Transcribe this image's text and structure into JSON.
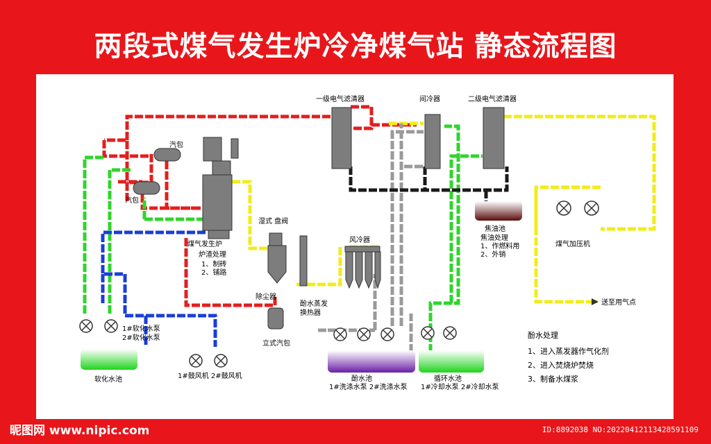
{
  "title": "两段式煤气发生炉冷净煤气站  静态流程图",
  "labels": {
    "filter1": "一级电气滤清器",
    "intercooler": "间冷器",
    "filter2": "二级电气滤清器",
    "drum_top": "汽包",
    "drum_bottom": "汽包",
    "gasifier": "煤气发生炉",
    "slag_title": "炉渣处理",
    "slag_1": "1、制砖",
    "slag_2": "2、铺路",
    "wet_valve": "湿式  盘阀",
    "air_cooler": "风冷器",
    "dust": "除尘器",
    "phenol_evap_1": "酚水蒸发",
    "phenol_evap_2": "换热器",
    "vertical_drum": "立式汽包",
    "tar_pool": "焦油池",
    "tar_title": "焦油处理",
    "tar_1": "1、作燃料用",
    "tar_2": "2、外销",
    "booster": "煤气加压机",
    "send": "送至用气点",
    "phenol_title": "酚水处理",
    "phenol_1": "1、进入蒸发器作气化剂",
    "phenol_2": "2、进入焚烧炉焚烧",
    "phenol_3": "3、制备水煤浆",
    "soft_pump_1": "1#软化水泵",
    "soft_pump_2": "2#软化水泵",
    "soft_pool": "软化水池",
    "blower": "1#鼓风机  2#鼓风机",
    "phenol_pool": "酚水池",
    "wash_pumps": "1#洗涤水泵  2#洗涤水泵",
    "cycle_pool": "循环水池",
    "cool_pumps": "1#冷却水泵  2#冷却水泵"
  },
  "watermark": "昵图网 www.nipic.com",
  "image_id": "ID:8892038 NO:20220412113428591109",
  "colors": {
    "background": "#e8161b",
    "panel": "#ffffff",
    "pipe_red": "#e41e1e",
    "pipe_yellow": "#f2ec19",
    "pipe_green": "#2fd52b",
    "pipe_blue": "#1a3fd6",
    "pipe_grey": "#9a9a9a",
    "pipe_black": "#1a1a1a",
    "equipment": "#7d7d7d"
  }
}
